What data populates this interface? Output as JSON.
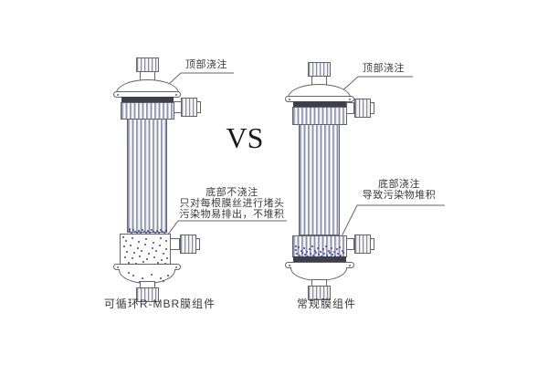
{
  "diagram": {
    "vs_label": "VS",
    "left_module": {
      "caption": "可循环R-MBR膜组件",
      "top_annotation": "顶部浇注",
      "bottom_annotation": {
        "line1": "底部不浇注",
        "line2": "只对每根膜丝进行堵头",
        "line3": "污染物易排出，不堆积"
      }
    },
    "right_module": {
      "caption": "常规膜组件",
      "top_annotation": "顶部浇注",
      "bottom_annotation": {
        "line1": "底部浇注",
        "line2": "导致污染物堆积"
      }
    },
    "colors": {
      "outline": "#63636e",
      "potting_band": "#3f3f49",
      "fiber": "#8f93b2",
      "fiber_light": "#c9ccdd",
      "contaminant_dot": "#4040ae",
      "text": "#3a3a3a"
    }
  }
}
